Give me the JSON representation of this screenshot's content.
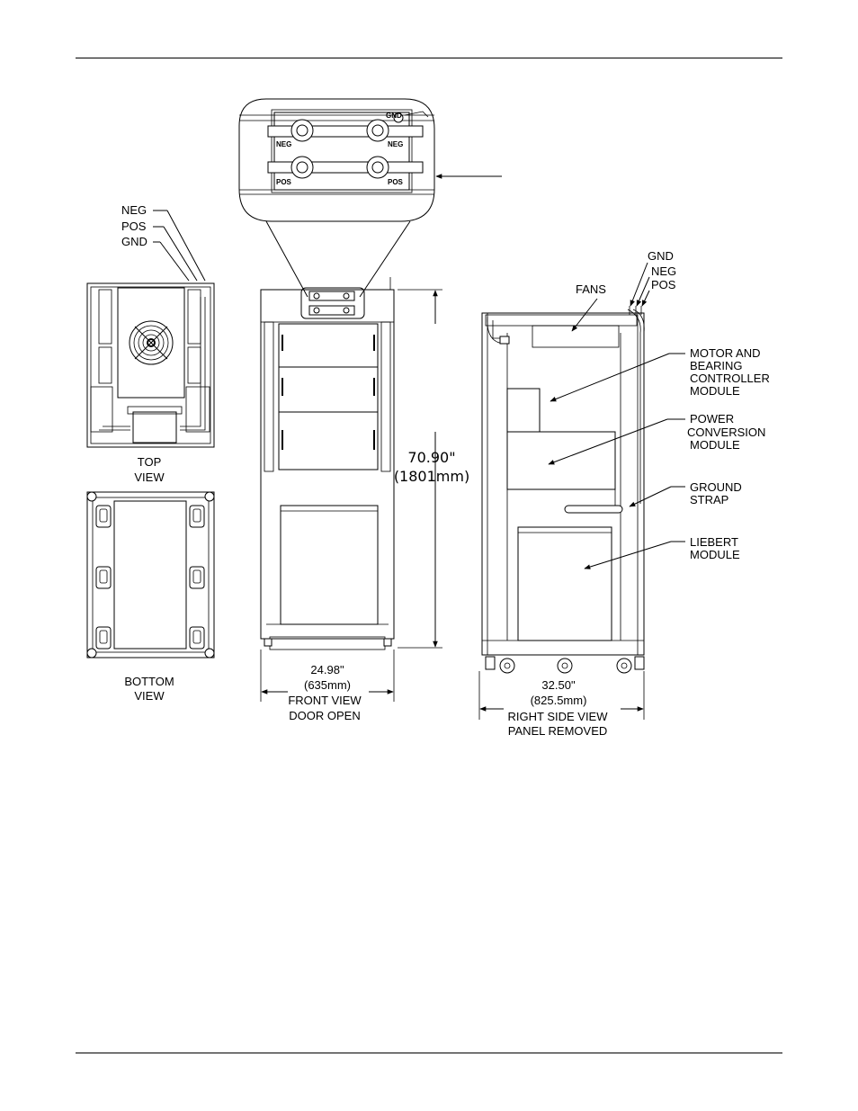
{
  "top_view": {
    "callouts": [
      "NEG",
      "POS",
      "GND"
    ],
    "caption": [
      "TOP",
      "VIEW"
    ]
  },
  "bottom_view": {
    "caption": [
      "BOTTOM",
      "VIEW"
    ]
  },
  "detail": {
    "labels": [
      "NEG",
      "NEG",
      "POS",
      "POS"
    ],
    "ground_label": "GND"
  },
  "front_view": {
    "height_dim": "70.90\"",
    "height_dim_mm": "(1801mm)",
    "width_dim": "24.98\"",
    "width_dim_mm": "(635mm)",
    "caption": [
      "FRONT VIEW",
      "DOOR OPEN"
    ]
  },
  "side_view": {
    "top_callouts": [
      "GND",
      "NEG",
      "POS"
    ],
    "fans_label": "FANS",
    "labels": {
      "motor": [
        "MOTOR AND",
        "BEARING",
        "CONTROLLER",
        "MODULE"
      ],
      "power": [
        "POWER",
        "CONVERSION",
        "MODULE"
      ],
      "ground": [
        "GROUND",
        "STRAP"
      ],
      "liebert": [
        "LIEBERT",
        "MODULE"
      ]
    },
    "width_dim": "32.50\"",
    "width_dim_mm": "(825.5mm)",
    "caption": [
      "RIGHT SIDE VIEW",
      "PANEL REMOVED"
    ]
  }
}
